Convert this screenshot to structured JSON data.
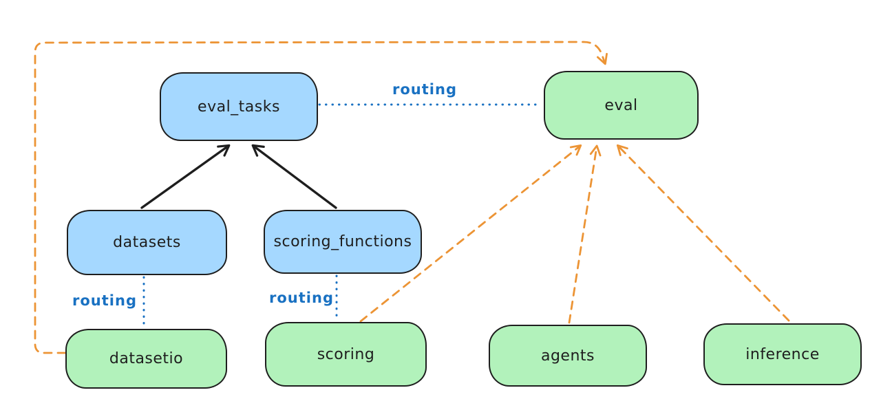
{
  "diagram": {
    "colors": {
      "registry_fill": "#a5d8ff",
      "provider_fill": "#b2f2bb",
      "outline": "#1e1e1e",
      "routing_blue": "#1971c2",
      "provider_orange": "#ec9435"
    },
    "nodes": {
      "eval_tasks": {
        "label": "eval_tasks",
        "fill": "#a5d8ff"
      },
      "eval": {
        "label": "eval",
        "fill": "#b2f2bb"
      },
      "datasets": {
        "label": "datasets",
        "fill": "#a5d8ff"
      },
      "scoring_functions": {
        "label": "scoring_functions",
        "fill": "#a5d8ff"
      },
      "datasetio": {
        "label": "datasetio",
        "fill": "#b2f2bb"
      },
      "scoring": {
        "label": "scoring",
        "fill": "#b2f2bb"
      },
      "agents": {
        "label": "agents",
        "fill": "#b2f2bb"
      },
      "inference": {
        "label": "inference",
        "fill": "#b2f2bb"
      }
    },
    "edges": [
      {
        "from": "eval_tasks",
        "to": "eval",
        "label": "routing",
        "style": "dotted-blue"
      },
      {
        "from": "datasets",
        "to": "datasetio",
        "label": "routing",
        "style": "dotted-blue"
      },
      {
        "from": "scoring_functions",
        "to": "scoring",
        "label": "routing",
        "style": "dotted-blue"
      },
      {
        "from": "datasets",
        "to": "eval_tasks",
        "style": "solid-black-arrow"
      },
      {
        "from": "scoring_functions",
        "to": "eval_tasks",
        "style": "solid-black-arrow"
      },
      {
        "from": "datasetio",
        "to": "eval",
        "style": "dashed-orange-arrow"
      },
      {
        "from": "scoring",
        "to": "eval",
        "style": "dashed-orange-arrow"
      },
      {
        "from": "agents",
        "to": "eval",
        "style": "dashed-orange-arrow"
      },
      {
        "from": "inference",
        "to": "eval",
        "style": "dashed-orange-arrow"
      }
    ]
  }
}
